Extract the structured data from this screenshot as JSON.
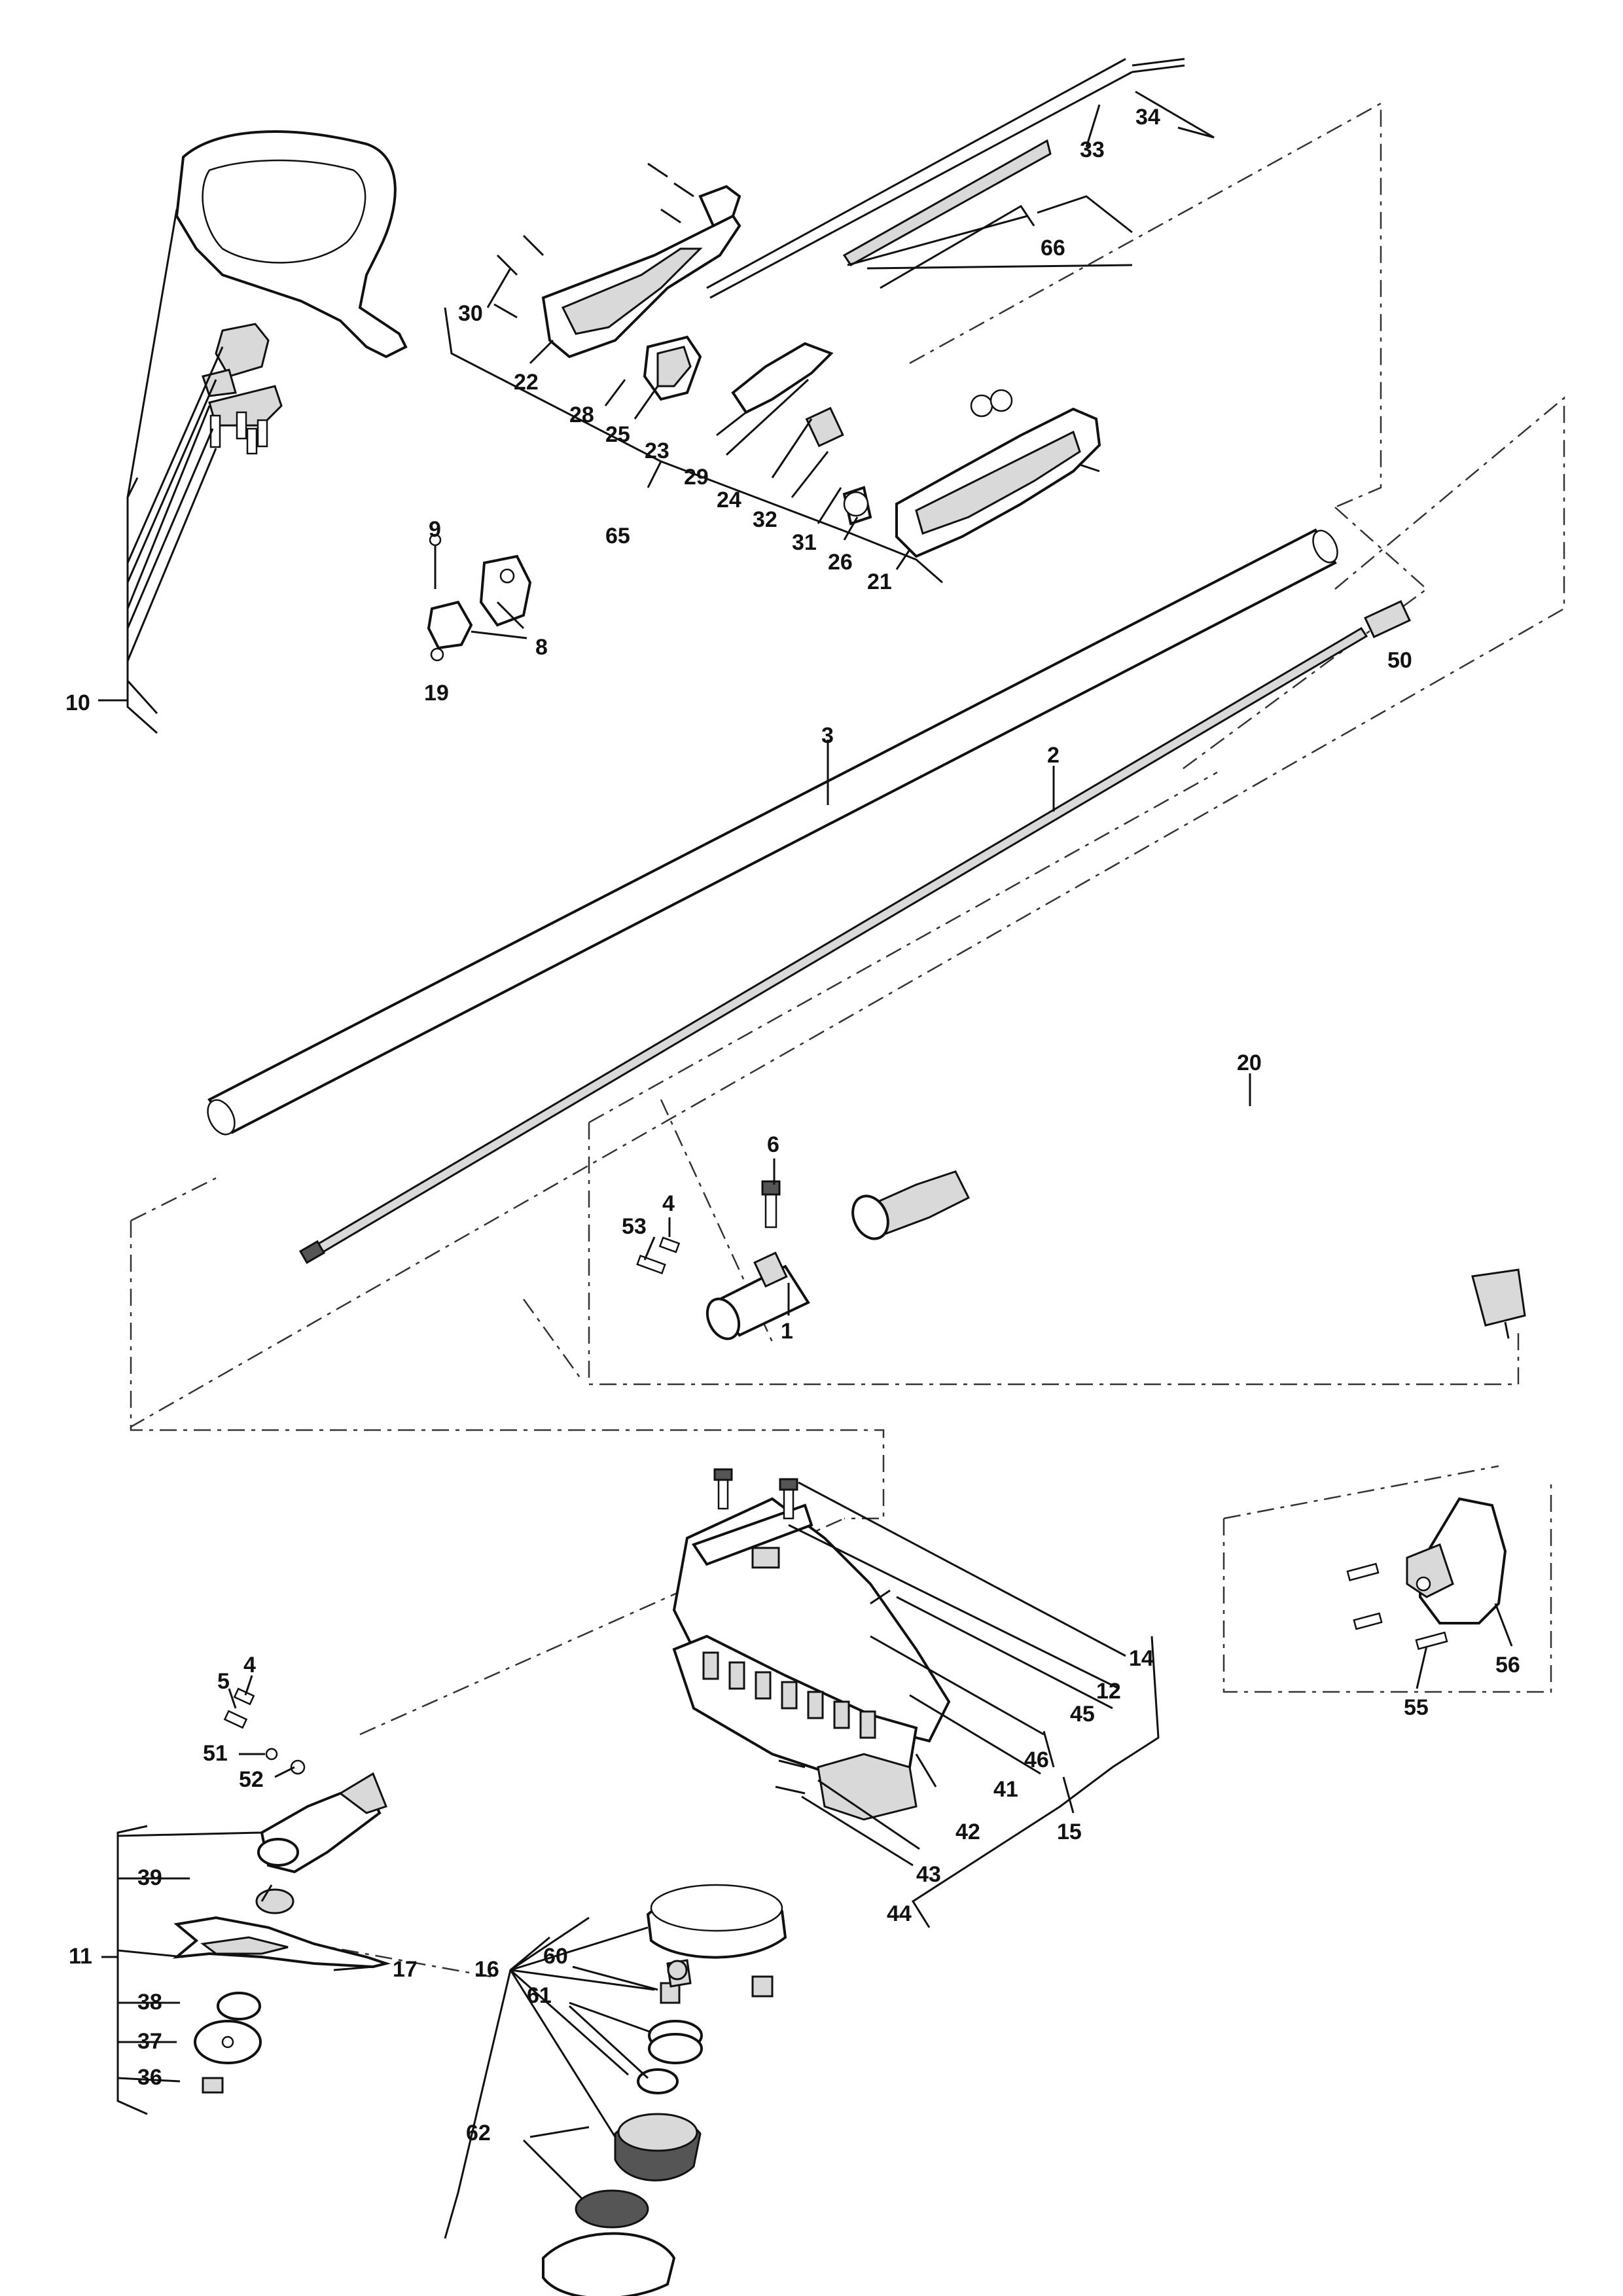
{
  "callouts": [
    {
      "id": "c34",
      "text": "34"
    },
    {
      "id": "c33",
      "text": "33"
    },
    {
      "id": "c66",
      "text": "66"
    },
    {
      "id": "c30",
      "text": "30"
    },
    {
      "id": "c22",
      "text": "22"
    },
    {
      "id": "c28",
      "text": "28"
    },
    {
      "id": "c25",
      "text": "25"
    },
    {
      "id": "c23",
      "text": "23"
    },
    {
      "id": "c29",
      "text": "29"
    },
    {
      "id": "c24",
      "text": "24"
    },
    {
      "id": "c32",
      "text": "32"
    },
    {
      "id": "c31",
      "text": "31"
    },
    {
      "id": "c26",
      "text": "26"
    },
    {
      "id": "c21",
      "text": "21"
    },
    {
      "id": "c65",
      "text": "65"
    },
    {
      "id": "c9",
      "text": "9"
    },
    {
      "id": "c8",
      "text": "8"
    },
    {
      "id": "c19",
      "text": "19"
    },
    {
      "id": "c10",
      "text": "10"
    },
    {
      "id": "c50",
      "text": "50"
    },
    {
      "id": "c3",
      "text": "3"
    },
    {
      "id": "c2",
      "text": "2"
    },
    {
      "id": "c20",
      "text": "20"
    },
    {
      "id": "c6",
      "text": "6"
    },
    {
      "id": "c4a",
      "text": "4"
    },
    {
      "id": "c53",
      "text": "53"
    },
    {
      "id": "c1",
      "text": "1"
    },
    {
      "id": "c14",
      "text": "14"
    },
    {
      "id": "c12",
      "text": "12"
    },
    {
      "id": "c45",
      "text": "45"
    },
    {
      "id": "c46",
      "text": "46"
    },
    {
      "id": "c41",
      "text": "41"
    },
    {
      "id": "c15",
      "text": "15"
    },
    {
      "id": "c42",
      "text": "42"
    },
    {
      "id": "c43",
      "text": "43"
    },
    {
      "id": "c44",
      "text": "44"
    },
    {
      "id": "c56",
      "text": "56"
    },
    {
      "id": "c55",
      "text": "55"
    },
    {
      "id": "c4b",
      "text": "4"
    },
    {
      "id": "c5",
      "text": "5"
    },
    {
      "id": "c51",
      "text": "51"
    },
    {
      "id": "c52",
      "text": "52"
    },
    {
      "id": "c39",
      "text": "39"
    },
    {
      "id": "c11",
      "text": "11"
    },
    {
      "id": "c17",
      "text": "17"
    },
    {
      "id": "c38",
      "text": "38"
    },
    {
      "id": "c37",
      "text": "37"
    },
    {
      "id": "c36",
      "text": "36"
    },
    {
      "id": "c16",
      "text": "16"
    },
    {
      "id": "c60",
      "text": "60"
    },
    {
      "id": "c61",
      "text": "61"
    },
    {
      "id": "c62",
      "text": "62"
    }
  ],
  "colors": {
    "line": "#111111",
    "background": "#ffffff",
    "shade": "#d9d9d9"
  }
}
